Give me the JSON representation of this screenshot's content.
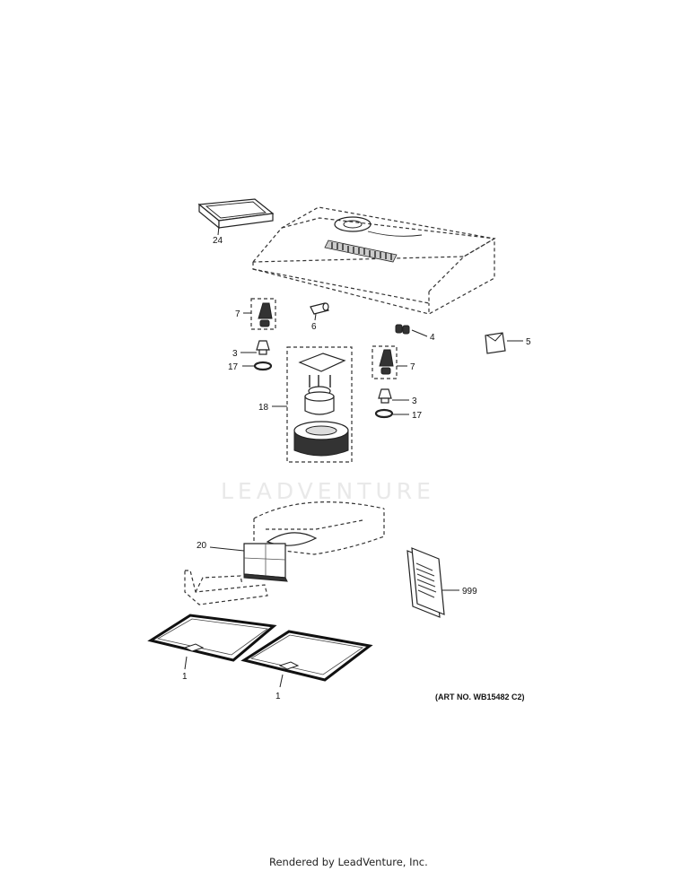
{
  "diagram": {
    "watermark": "LEADVENTURE",
    "callouts": {
      "filter_left": "1",
      "filter_right": "1",
      "knob_left": "3",
      "knob_right": "3",
      "bracket": "4",
      "clip": "5",
      "socket": "6",
      "switch_left": "7",
      "switch_right": "7",
      "washer_left": "17",
      "washer_right": "17",
      "motor_assembly": "18",
      "damper": "20",
      "vent_cover": "24",
      "manual": "999"
    },
    "art_number": "(ART NO. WB15482 C2)",
    "footer": "Rendered by LeadVenture, Inc."
  }
}
